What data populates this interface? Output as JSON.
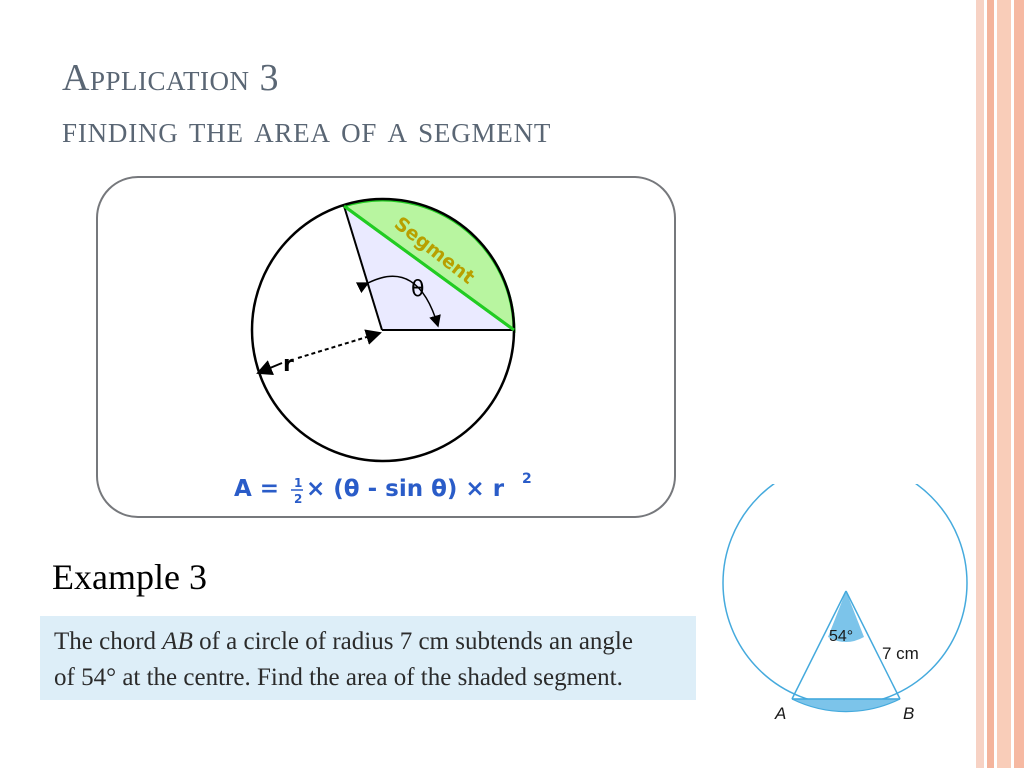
{
  "slide": {
    "title": "Application 3",
    "subtitle": "finding the area of a segment"
  },
  "diagram": {
    "segment_label": "Segment",
    "angle_label": "θ",
    "radius_label": "r",
    "formula_lhs": "A = ",
    "formula_half_num": "1",
    "formula_half_den": "2",
    "formula_rhs": " × (θ - sin θ) × r",
    "formula_exp": "2"
  },
  "example": {
    "heading": "Example 3",
    "problem_line1_a": "The chord ",
    "problem_line1_ab": "AB",
    "problem_line1_b": " of a circle of radius 7 cm subtends an angle",
    "problem_line2": "of 54° at the centre. Find the area of the shaded segment.",
    "angle_label": "54°",
    "radius_label": "7 cm",
    "point_a": "A",
    "point_b": "B"
  },
  "colors": {
    "title": "#5a6674",
    "segment_fill": "#b8f5a0",
    "segment_stroke": "#22cc22",
    "sector_fill": "#eaeaff",
    "segment_text": "#b8a000",
    "formula": "#2a5cc8",
    "example_circle": "#45aadd",
    "example_fill": "#7cc4ea",
    "problem_bg": "#ddeef8"
  }
}
